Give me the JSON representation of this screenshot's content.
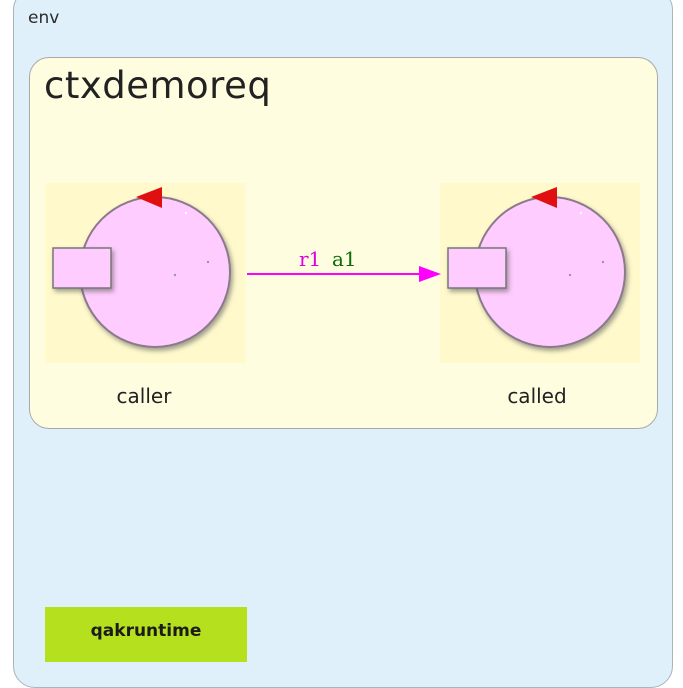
{
  "env": {
    "label": "env"
  },
  "context": {
    "title": "ctxdemoreq"
  },
  "actors": [
    {
      "name": "caller"
    },
    {
      "name": "called"
    }
  ],
  "message": {
    "request": "r1",
    "answer": "a1",
    "request_color": "#e000e0",
    "answer_color": "#0a6b0a",
    "arrow_color": "#ff00ff"
  },
  "runtime": {
    "label": "qakruntime",
    "color": "#b5e01e"
  },
  "colors": {
    "env_bg": "#dff0fa",
    "context_bg": "#fffde0",
    "actor_fill": "#ffccff",
    "actor_marker": "#e01010"
  }
}
